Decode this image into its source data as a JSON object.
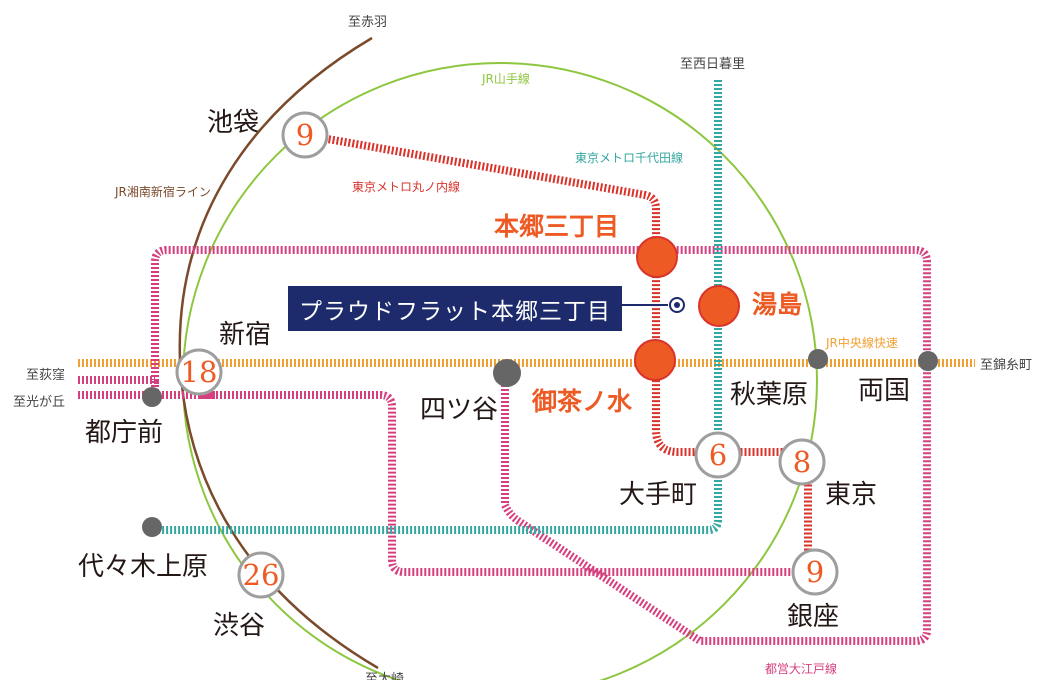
{
  "property": {
    "name": "プラウドフラット本郷三丁目"
  },
  "lines": {
    "yamanote": {
      "label": "JR山手線",
      "color": "#8dc63f"
    },
    "shonan_shinjuku": {
      "label": "JR湘南新宿ライン",
      "color": "#7a4a2a"
    },
    "marunouchi": {
      "label": "東京メトロ丸ノ内線",
      "color": "#d9342b"
    },
    "chiyoda": {
      "label": "東京メトロ千代田線",
      "color": "#34a7a0"
    },
    "chuo_rapid": {
      "label": "JR中央線快速",
      "color": "#f0a033"
    },
    "oedo": {
      "label": "都営大江戸線",
      "color": "#d63f7f"
    }
  },
  "directions": {
    "akabane": "至赤羽",
    "nishinippori": "至西日暮里",
    "ogikubo": "至荻窪",
    "hikarigaoka": "至光が丘",
    "kinshicho": "至錦糸町",
    "osaki": "至大崎"
  },
  "stations": {
    "ikebukuro": {
      "name": "池袋",
      "minutes": "9"
    },
    "shinjuku": {
      "name": "新宿",
      "minutes": "18"
    },
    "shibuya": {
      "name": "渋谷",
      "minutes": "26"
    },
    "otemachi": {
      "name": "大手町",
      "minutes": "6"
    },
    "tokyo": {
      "name": "東京",
      "minutes": "8"
    },
    "ginza": {
      "name": "銀座",
      "minutes": "9"
    },
    "hongo": {
      "name": "本郷三丁目"
    },
    "yushima": {
      "name": "湯島"
    },
    "ochanomizu": {
      "name": "御茶ノ水"
    },
    "tochomae": {
      "name": "都庁前"
    },
    "yoyogi_uehara": {
      "name": "代々木上原"
    },
    "yotsuya": {
      "name": "四ツ谷"
    },
    "akihabara": {
      "name": "秋葉原"
    },
    "ryogoku": {
      "name": "両国"
    }
  },
  "colors": {
    "accent": "#ee5a24",
    "navy": "#1d2a6b",
    "grey_station": "#666666",
    "ring_stroke": "#9e9e9e"
  }
}
